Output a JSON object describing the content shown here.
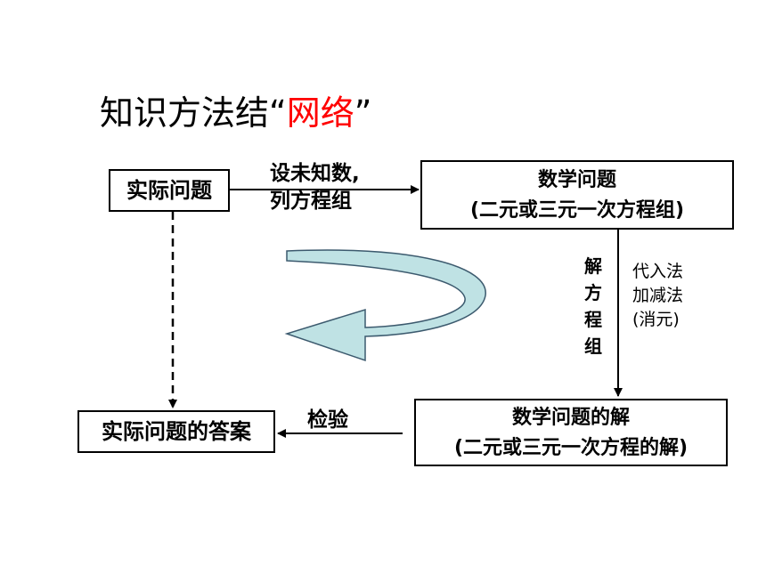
{
  "title": {
    "prefix": "知识方法结“",
    "highlight": "网络",
    "suffix": "”"
  },
  "boxes": {
    "actual_problem": "实际问题",
    "math_problem": {
      "line1": "数学问题",
      "line2": "(二元或三元一次方程组)"
    },
    "math_solution": {
      "line1": "数学问题的解",
      "line2": "(二元或三元一次方程的解)"
    },
    "actual_answer": "实际问题的答案"
  },
  "labels": {
    "setup": {
      "line1": "设未知数,",
      "line2": "列方程组"
    },
    "solve": [
      "解",
      "方",
      "程",
      "组"
    ],
    "methods": {
      "line1": "代入法",
      "line2": "加减法",
      "line3": "(消元)"
    },
    "check": "检验"
  },
  "colors": {
    "highlight": "#ff0000",
    "curved_arrow_fill": "#bfe2e4",
    "curved_arrow_stroke": "#3c5a6e"
  }
}
